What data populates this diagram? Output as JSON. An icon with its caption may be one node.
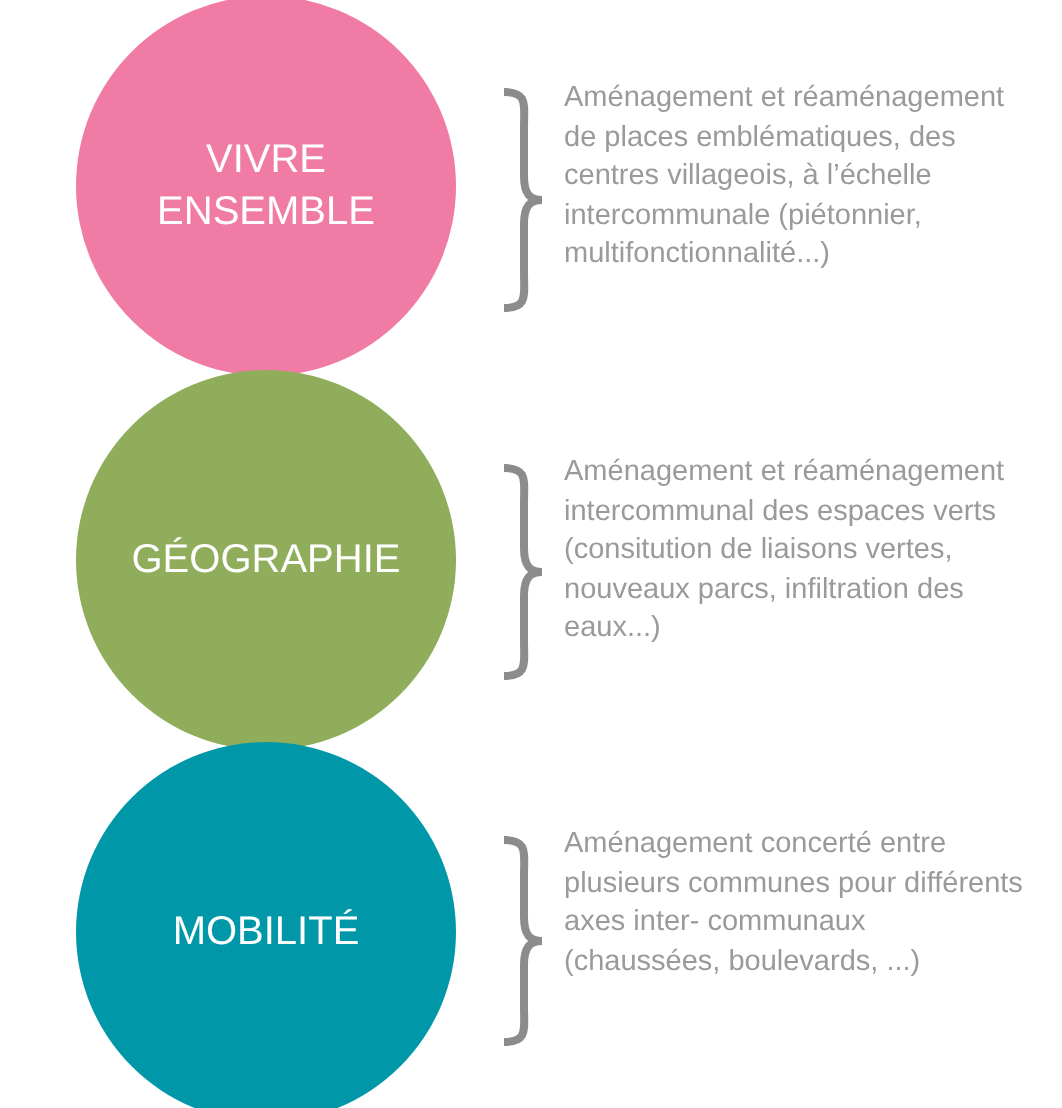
{
  "diagram": {
    "nodes": [
      {
        "text": [
          "VIVRE ENSEMBLE"
        ],
        "beside": [
          "Aménagement et réaménagement de places emblématiques, des centres villageois, à l’échelle intercommunale (piétonnier, multifonctionnalité...)"
        ]
      },
      {
        "text": [
          "GÉOGRAPHIE"
        ],
        "beside": [
          "Aménagement et réaménagement intercommunal des espaces verts (consitution de liaisons vertes, nouveaux parcs, infiltration des eaux...)"
        ]
      },
      {
        "text": [
          "MOBILITÉ"
        ],
        "beside": [
          "Aménagement concerté entre plusieurs communes pour différents axes inter- communaux (chaussées, boulevards, ...)"
        ]
      }
    ]
  }
}
